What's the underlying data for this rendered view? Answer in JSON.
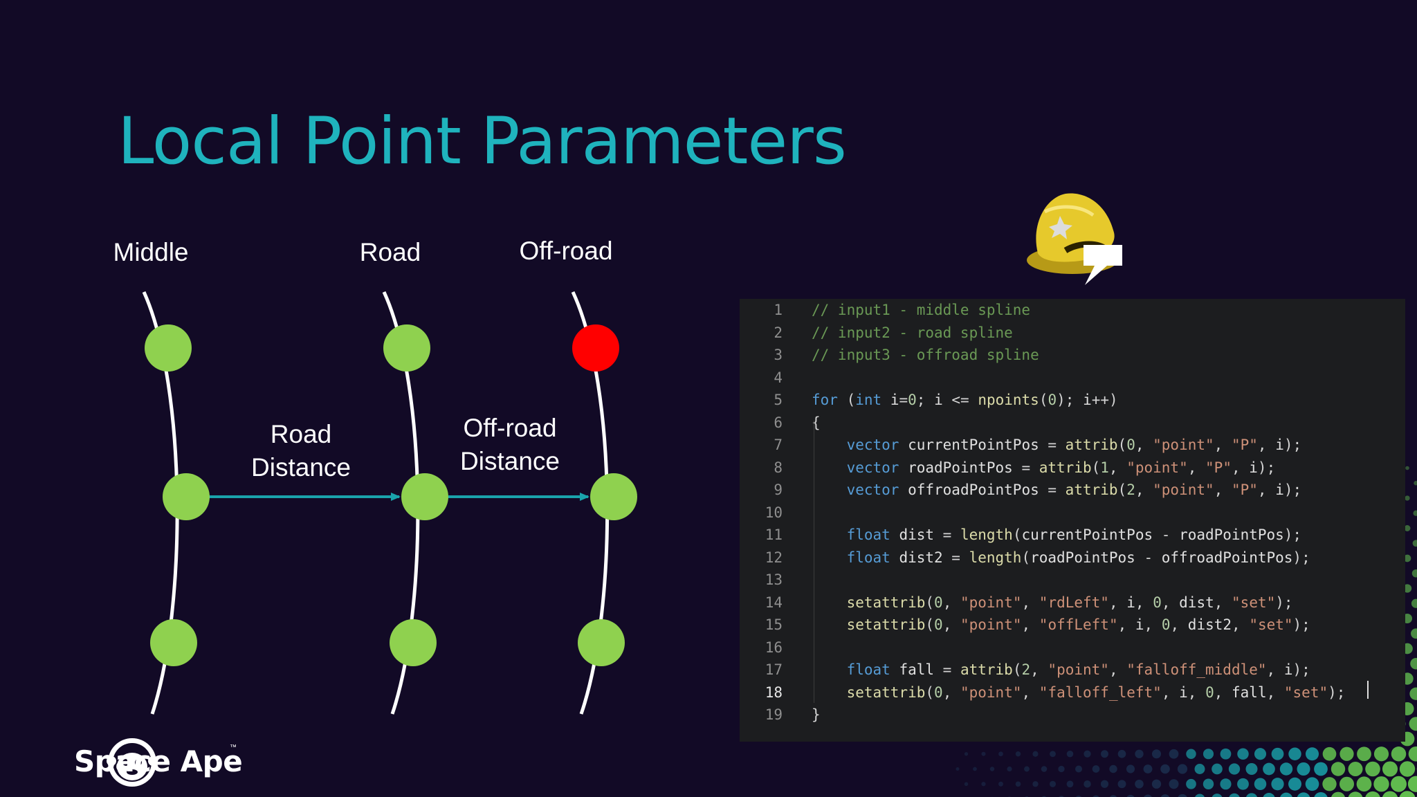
{
  "slide": {
    "title": "Local Point Parameters"
  },
  "diagram": {
    "column_labels": [
      "Middle",
      "Road",
      "Off-road"
    ],
    "arrow_labels": {
      "road_distance": [
        "Road",
        "Distance"
      ],
      "offroad_distance": [
        "Off-road",
        "Distance"
      ]
    },
    "colors": {
      "point": "#8fd14f",
      "highlight_point": "#ff0000",
      "arrow": "#1aa3ab",
      "spline": "#ffffff"
    }
  },
  "code": {
    "lines": [
      {
        "n": "1",
        "tokens": [
          [
            "com",
            "// input1 - middle spline"
          ]
        ]
      },
      {
        "n": "2",
        "tokens": [
          [
            "com",
            "// input2 - road spline"
          ]
        ]
      },
      {
        "n": "3",
        "tokens": [
          [
            "com",
            "// input3 - offroad spline"
          ]
        ]
      },
      {
        "n": "4",
        "tokens": []
      },
      {
        "n": "5",
        "tokens": [
          [
            "kw",
            "for"
          ],
          [
            "pun",
            " ("
          ],
          [
            "kw",
            "int"
          ],
          [
            "var",
            " i"
          ],
          [
            "pun",
            "="
          ],
          [
            "num",
            "0"
          ],
          [
            "pun",
            "; "
          ],
          [
            "var",
            "i"
          ],
          [
            "pun",
            " <= "
          ],
          [
            "fn",
            "npoints"
          ],
          [
            "pun",
            "("
          ],
          [
            "num",
            "0"
          ],
          [
            "pun",
            "); "
          ],
          [
            "var",
            "i"
          ],
          [
            "pun",
            "++)"
          ]
        ]
      },
      {
        "n": "6",
        "tokens": [
          [
            "pun",
            "{"
          ]
        ]
      },
      {
        "n": "7",
        "tokens": [
          [
            "pun",
            "    "
          ],
          [
            "kw",
            "vector"
          ],
          [
            "var",
            " currentPointPos"
          ],
          [
            "pun",
            " = "
          ],
          [
            "fn",
            "attrib"
          ],
          [
            "pun",
            "("
          ],
          [
            "num",
            "0"
          ],
          [
            "pun",
            ", "
          ],
          [
            "str",
            "\"point\""
          ],
          [
            "pun",
            ", "
          ],
          [
            "str",
            "\"P\""
          ],
          [
            "pun",
            ", "
          ],
          [
            "var",
            "i"
          ],
          [
            "pun",
            ");"
          ]
        ]
      },
      {
        "n": "8",
        "tokens": [
          [
            "pun",
            "    "
          ],
          [
            "kw",
            "vector"
          ],
          [
            "var",
            " roadPointPos"
          ],
          [
            "pun",
            " = "
          ],
          [
            "fn",
            "attrib"
          ],
          [
            "pun",
            "("
          ],
          [
            "num",
            "1"
          ],
          [
            "pun",
            ", "
          ],
          [
            "str",
            "\"point\""
          ],
          [
            "pun",
            ", "
          ],
          [
            "str",
            "\"P\""
          ],
          [
            "pun",
            ", "
          ],
          [
            "var",
            "i"
          ],
          [
            "pun",
            ");"
          ]
        ]
      },
      {
        "n": "9",
        "tokens": [
          [
            "pun",
            "    "
          ],
          [
            "kw",
            "vector"
          ],
          [
            "var",
            " offroadPointPos"
          ],
          [
            "pun",
            " = "
          ],
          [
            "fn",
            "attrib"
          ],
          [
            "pun",
            "("
          ],
          [
            "num",
            "2"
          ],
          [
            "pun",
            ", "
          ],
          [
            "str",
            "\"point\""
          ],
          [
            "pun",
            ", "
          ],
          [
            "str",
            "\"P\""
          ],
          [
            "pun",
            ", "
          ],
          [
            "var",
            "i"
          ],
          [
            "pun",
            ");"
          ]
        ]
      },
      {
        "n": "10",
        "tokens": []
      },
      {
        "n": "11",
        "tokens": [
          [
            "pun",
            "    "
          ],
          [
            "kw",
            "float"
          ],
          [
            "var",
            " dist"
          ],
          [
            "pun",
            " = "
          ],
          [
            "fn",
            "length"
          ],
          [
            "pun",
            "("
          ],
          [
            "var",
            "currentPointPos"
          ],
          [
            "pun",
            " - "
          ],
          [
            "var",
            "roadPointPos"
          ],
          [
            "pun",
            ");"
          ]
        ]
      },
      {
        "n": "12",
        "tokens": [
          [
            "pun",
            "    "
          ],
          [
            "kw",
            "float"
          ],
          [
            "var",
            " dist2"
          ],
          [
            "pun",
            " = "
          ],
          [
            "fn",
            "length"
          ],
          [
            "pun",
            "("
          ],
          [
            "var",
            "roadPointPos"
          ],
          [
            "pun",
            " - "
          ],
          [
            "var",
            "offroadPointPos"
          ],
          [
            "pun",
            ");"
          ]
        ]
      },
      {
        "n": "13",
        "tokens": []
      },
      {
        "n": "14",
        "tokens": [
          [
            "pun",
            "    "
          ],
          [
            "fn",
            "setattrib"
          ],
          [
            "pun",
            "("
          ],
          [
            "num",
            "0"
          ],
          [
            "pun",
            ", "
          ],
          [
            "str",
            "\"point\""
          ],
          [
            "pun",
            ", "
          ],
          [
            "str",
            "\"rdLeft\""
          ],
          [
            "pun",
            ", "
          ],
          [
            "var",
            "i"
          ],
          [
            "pun",
            ", "
          ],
          [
            "num",
            "0"
          ],
          [
            "pun",
            ", "
          ],
          [
            "var",
            "dist"
          ],
          [
            "pun",
            ", "
          ],
          [
            "str",
            "\"set\""
          ],
          [
            "pun",
            ");"
          ]
        ]
      },
      {
        "n": "15",
        "tokens": [
          [
            "pun",
            "    "
          ],
          [
            "fn",
            "setattrib"
          ],
          [
            "pun",
            "("
          ],
          [
            "num",
            "0"
          ],
          [
            "pun",
            ", "
          ],
          [
            "str",
            "\"point\""
          ],
          [
            "pun",
            ", "
          ],
          [
            "str",
            "\"offLeft\""
          ],
          [
            "pun",
            ", "
          ],
          [
            "var",
            "i"
          ],
          [
            "pun",
            ", "
          ],
          [
            "num",
            "0"
          ],
          [
            "pun",
            ", "
          ],
          [
            "var",
            "dist2"
          ],
          [
            "pun",
            ", "
          ],
          [
            "str",
            "\"set\""
          ],
          [
            "pun",
            ");"
          ]
        ]
      },
      {
        "n": "16",
        "tokens": []
      },
      {
        "n": "17",
        "tokens": [
          [
            "pun",
            "    "
          ],
          [
            "kw",
            "float"
          ],
          [
            "var",
            " fall"
          ],
          [
            "pun",
            " = "
          ],
          [
            "fn",
            "attrib"
          ],
          [
            "pun",
            "("
          ],
          [
            "num",
            "2"
          ],
          [
            "pun",
            ", "
          ],
          [
            "str",
            "\"point\""
          ],
          [
            "pun",
            ", "
          ],
          [
            "str",
            "\"falloff_middle\""
          ],
          [
            "pun",
            ", "
          ],
          [
            "var",
            "i"
          ],
          [
            "pun",
            ");"
          ]
        ]
      },
      {
        "n": "18",
        "tokens": [
          [
            "pun",
            "    "
          ],
          [
            "fn",
            "setattrib"
          ],
          [
            "pun",
            "("
          ],
          [
            "num",
            "0"
          ],
          [
            "pun",
            ", "
          ],
          [
            "str",
            "\"point\""
          ],
          [
            "pun",
            ", "
          ],
          [
            "str",
            "\"falloff_left\""
          ],
          [
            "pun",
            ", "
          ],
          [
            "var",
            "i"
          ],
          [
            "pun",
            ", "
          ],
          [
            "num",
            "0"
          ],
          [
            "pun",
            ", "
          ],
          [
            "var",
            "fall"
          ],
          [
            "pun",
            ", "
          ],
          [
            "str",
            "\"set\""
          ],
          [
            "pun",
            ");"
          ]
        ]
      },
      {
        "n": "19",
        "tokens": [
          [
            "pun",
            "}"
          ]
        ]
      }
    ],
    "active_line": "18"
  },
  "logo": {
    "text": "Space Ape",
    "tm": "™"
  },
  "icons": [
    "wizard-hat-icon",
    "speech-bubble-icon",
    "ape-face-icon"
  ]
}
